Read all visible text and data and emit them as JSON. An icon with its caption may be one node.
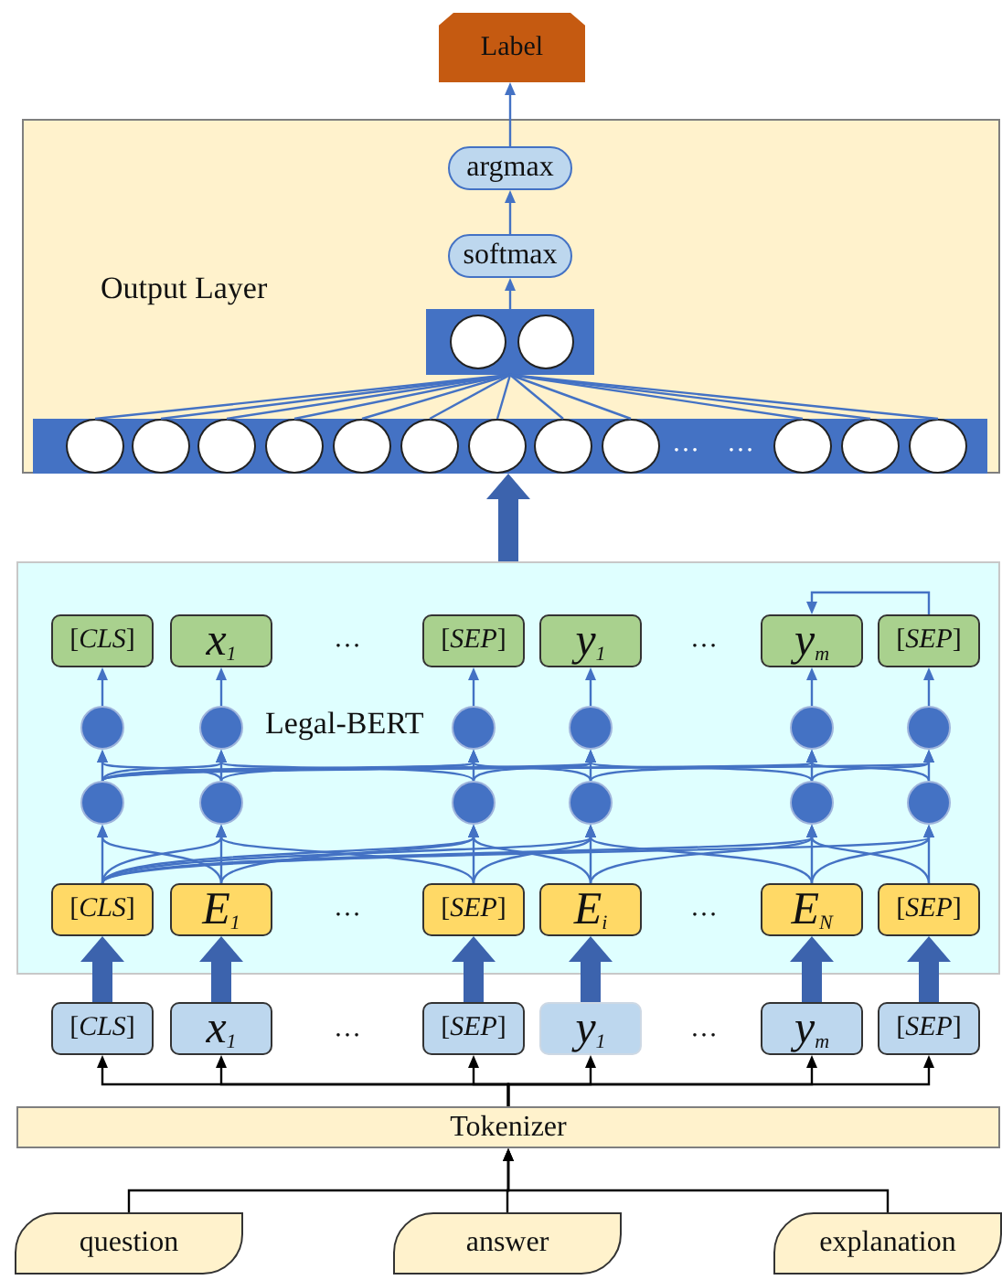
{
  "diagram": {
    "nodes": [
      {
        "text": [
          "Label"
        ]
      },
      {
        "text": [
          "Output Layer"
        ]
      },
      {
        "text": [
          "argmax"
        ],
        "in": 1
      },
      {
        "text": [
          "softmax"
        ],
        "in": 1
      },
      {
        "text": [],
        "shape": "bar",
        "in": 1
      },
      {
        "text": [],
        "shape": "circle",
        "in": 4
      },
      {
        "text": [],
        "shape": "circle",
        "in": 4
      },
      {
        "text": [],
        "shape": "bar",
        "in": 1
      },
      {
        "text": [],
        "shape": "circle",
        "in": 7
      },
      {
        "text": [],
        "shape": "circle",
        "in": 7
      },
      {
        "text": [],
        "shape": "circle",
        "in": 7
      },
      {
        "text": [],
        "shape": "circle",
        "in": 7
      },
      {
        "text": [],
        "shape": "circle",
        "in": 7
      },
      {
        "text": [],
        "shape": "circle",
        "in": 7
      },
      {
        "text": [],
        "shape": "circle",
        "in": 7
      },
      {
        "text": [],
        "shape": "circle",
        "in": 7
      },
      {
        "text": [],
        "shape": "circle",
        "in": 7
      },
      {
        "text": [],
        "shape": "circle",
        "in": 7
      },
      {
        "text": [],
        "shape": "circle",
        "in": 7
      },
      {
        "text": [],
        "shape": "circle",
        "in": 7
      },
      {
        "text": [
          "Legal-BERT"
        ]
      },
      {
        "text": [
          "[*CLS*]"
        ],
        "in": 20
      },
      {
        "text": [
          "x$_{1}$"
        ],
        "in": 20
      },
      {
        "text": [
          "[*SEP*]"
        ],
        "in": 20
      },
      {
        "text": [
          "y$_{1}$"
        ],
        "in": 20
      },
      {
        "text": [
          "y$_{m}$"
        ],
        "in": 20
      },
      {
        "text": [
          "[*SEP*]"
        ],
        "in": 20
      },
      {
        "text": [],
        "shape": "circle",
        "in": 20
      },
      {
        "text": [],
        "shape": "circle",
        "in": 20
      },
      {
        "text": [],
        "shape": "circle",
        "in": 20
      },
      {
        "text": [],
        "shape": "circle",
        "in": 20
      },
      {
        "text": [],
        "shape": "circle",
        "in": 20
      },
      {
        "text": [],
        "shape": "circle",
        "in": 20
      },
      {
        "text": [],
        "shape": "circle",
        "in": 20
      },
      {
        "text": [],
        "shape": "circle",
        "in": 20
      },
      {
        "text": [],
        "shape": "circle",
        "in": 20
      },
      {
        "text": [],
        "shape": "circle",
        "in": 20
      },
      {
        "text": [],
        "shape": "circle",
        "in": 20
      },
      {
        "text": [],
        "shape": "circle",
        "in": 20
      },
      {
        "text": [
          "[*CLS*]"
        ],
        "in": 20
      },
      {
        "text": [
          "E$_{1}$"
        ],
        "in": 20
      },
      {
        "text": [
          "[*SEP*]"
        ],
        "in": 20
      },
      {
        "text": [
          "E$_{i}$"
        ],
        "in": 20
      },
      {
        "text": [
          "E$_{N}$"
        ],
        "in": 20
      },
      {
        "text": [
          "[*SEP*]"
        ],
        "in": 20
      },
      {
        "text": [
          "[*CLS*]"
        ]
      },
      {
        "text": [
          "x$_{1}$"
        ]
      },
      {
        "text": [
          "[*SEP*]"
        ]
      },
      {
        "text": [
          "y$_{1}$"
        ]
      },
      {
        "text": [
          "y$_{m}$"
        ]
      },
      {
        "text": [
          "[*SEP*]"
        ]
      },
      {
        "text": [
          "Tokenizer"
        ]
      },
      {
        "text": [
          "question"
        ]
      },
      {
        "text": [
          "answer"
        ]
      },
      {
        "text": [
          "explanation"
        ]
      }
    ],
    "edges": [
      {
        "from": 2,
        "to": 0,
        "arrow": "to"
      },
      {
        "from": 3,
        "to": 2,
        "arrow": "to"
      },
      {
        "from": 4,
        "to": 3,
        "arrow": "to"
      },
      {
        "from": 8,
        "to": 4,
        "arrow": "none"
      },
      {
        "from": 9,
        "to": 4,
        "arrow": "none"
      },
      {
        "from": 10,
        "to": 4,
        "arrow": "none"
      },
      {
        "from": 11,
        "to": 4,
        "arrow": "none"
      },
      {
        "from": 12,
        "to": 4,
        "arrow": "none"
      },
      {
        "from": 13,
        "to": 4,
        "arrow": "none"
      },
      {
        "from": 14,
        "to": 4,
        "arrow": "none"
      },
      {
        "from": 15,
        "to": 4,
        "arrow": "none"
      },
      {
        "from": 16,
        "to": 4,
        "arrow": "none"
      },
      {
        "from": 17,
        "to": 4,
        "arrow": "none"
      },
      {
        "from": 18,
        "to": 4,
        "arrow": "none"
      },
      {
        "from": 19,
        "to": 4,
        "arrow": "none"
      },
      {
        "from": 20,
        "to": 7,
        "arrow": "to",
        "style": "thick"
      },
      {
        "from": 27,
        "to": 21,
        "arrow": "to"
      },
      {
        "from": 28,
        "to": 22,
        "arrow": "to"
      },
      {
        "from": 29,
        "to": 23,
        "arrow": "to"
      },
      {
        "from": 30,
        "to": 24,
        "arrow": "to"
      },
      {
        "from": 31,
        "to": 25,
        "arrow": "to"
      },
      {
        "from": 32,
        "to": 26,
        "arrow": "to"
      },
      {
        "from": 26,
        "to": 25,
        "arrow": "to"
      },
      {
        "from": 33,
        "to": 27,
        "arrow": "to"
      },
      {
        "from": 34,
        "to": 28,
        "arrow": "to"
      },
      {
        "from": 35,
        "to": 29,
        "arrow": "to"
      },
      {
        "from": 36,
        "to": 30,
        "arrow": "to"
      },
      {
        "from": 37,
        "to": 31,
        "arrow": "to"
      },
      {
        "from": 38,
        "to": 32,
        "arrow": "to"
      },
      {
        "from": 33,
        "to": 28,
        "arrow": "to"
      },
      {
        "from": 34,
        "to": 27,
        "arrow": "to"
      },
      {
        "from": 34,
        "to": 29,
        "arrow": "to"
      },
      {
        "from": 35,
        "to": 28,
        "arrow": "to"
      },
      {
        "from": 35,
        "to": 30,
        "arrow": "to"
      },
      {
        "from": 36,
        "to": 29,
        "arrow": "to"
      },
      {
        "from": 36,
        "to": 31,
        "arrow": "to"
      },
      {
        "from": 37,
        "to": 30,
        "arrow": "to"
      },
      {
        "from": 37,
        "to": 32,
        "arrow": "to"
      },
      {
        "from": 38,
        "to": 31,
        "arrow": "to"
      },
      {
        "from": 33,
        "to": 29,
        "arrow": "to"
      },
      {
        "from": 33,
        "to": 30,
        "arrow": "to"
      },
      {
        "from": 33,
        "to": 31,
        "arrow": "to"
      },
      {
        "from": 33,
        "to": 32,
        "arrow": "to"
      },
      {
        "from": 39,
        "to": 33,
        "arrow": "to"
      },
      {
        "from": 40,
        "to": 34,
        "arrow": "to"
      },
      {
        "from": 41,
        "to": 35,
        "arrow": "to"
      },
      {
        "from": 42,
        "to": 36,
        "arrow": "to"
      },
      {
        "from": 43,
        "to": 37,
        "arrow": "to"
      },
      {
        "from": 44,
        "to": 38,
        "arrow": "to"
      },
      {
        "from": 39,
        "to": 34,
        "arrow": "to"
      },
      {
        "from": 40,
        "to": 33,
        "arrow": "to"
      },
      {
        "from": 40,
        "to": 35,
        "arrow": "to"
      },
      {
        "from": 41,
        "to": 34,
        "arrow": "to"
      },
      {
        "from": 41,
        "to": 36,
        "arrow": "to"
      },
      {
        "from": 42,
        "to": 35,
        "arrow": "to"
      },
      {
        "from": 42,
        "to": 37,
        "arrow": "to"
      },
      {
        "from": 43,
        "to": 36,
        "arrow": "to"
      },
      {
        "from": 43,
        "to": 38,
        "arrow": "to"
      },
      {
        "from": 44,
        "to": 37,
        "arrow": "to"
      },
      {
        "from": 39,
        "to": 35,
        "arrow": "to"
      },
      {
        "from": 39,
        "to": 36,
        "arrow": "to"
      },
      {
        "from": 39,
        "to": 37,
        "arrow": "to"
      },
      {
        "from": 39,
        "to": 38,
        "arrow": "to"
      },
      {
        "from": 45,
        "to": 39,
        "arrow": "to",
        "style": "thick"
      },
      {
        "from": 46,
        "to": 40,
        "arrow": "to",
        "style": "thick"
      },
      {
        "from": 47,
        "to": 41,
        "arrow": "to",
        "style": "thick"
      },
      {
        "from": 48,
        "to": 42,
        "arrow": "to",
        "style": "thick"
      },
      {
        "from": 49,
        "to": 43,
        "arrow": "to",
        "style": "thick"
      },
      {
        "from": 50,
        "to": 44,
        "arrow": "to",
        "style": "thick"
      },
      {
        "from": 51,
        "to": 45,
        "arrow": "to",
        "color": "#000000"
      },
      {
        "from": 51,
        "to": 46,
        "arrow": "to",
        "color": "#000000"
      },
      {
        "from": 51,
        "to": 47,
        "arrow": "to",
        "color": "#000000"
      },
      {
        "from": 51,
        "to": 48,
        "arrow": "to",
        "color": "#000000"
      },
      {
        "from": 51,
        "to": 49,
        "arrow": "to",
        "color": "#000000"
      },
      {
        "from": 51,
        "to": 50,
        "arrow": "to",
        "color": "#000000"
      },
      {
        "from": 52,
        "to": 51,
        "arrow": "to",
        "color": "#000000"
      },
      {
        "from": 53,
        "to": 51,
        "arrow": "to",
        "color": "#000000"
      },
      {
        "from": 54,
        "to": 51,
        "arrow": "to",
        "color": "#000000"
      }
    ],
    "labels": [
      "…",
      "…",
      "…",
      "…",
      "…",
      "…",
      "…",
      "…"
    ]
  }
}
